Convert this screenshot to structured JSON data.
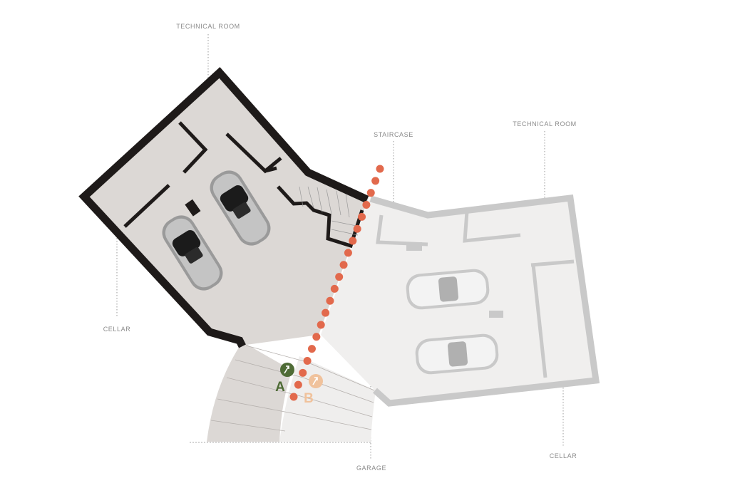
{
  "labels": {
    "technical_room_left": "TECHNICAL ROOM",
    "staircase": "STAIRCASE",
    "technical_room_right": "TECHNICAL ROOM",
    "cellar_left": "CELLAR",
    "garage": "GARAGE",
    "cellar_right": "CELLAR"
  },
  "markers": {
    "a": {
      "letter": "A",
      "color": "#4e6b35"
    },
    "b": {
      "letter": "B",
      "color": "#f0c29c"
    }
  },
  "colors": {
    "divider_dots": "#e2694c",
    "existing_wall": "#1e1a19",
    "existing_floor": "#dcd8d5",
    "new_wall": "#c8c8c8",
    "new_floor": "#f0efee"
  }
}
